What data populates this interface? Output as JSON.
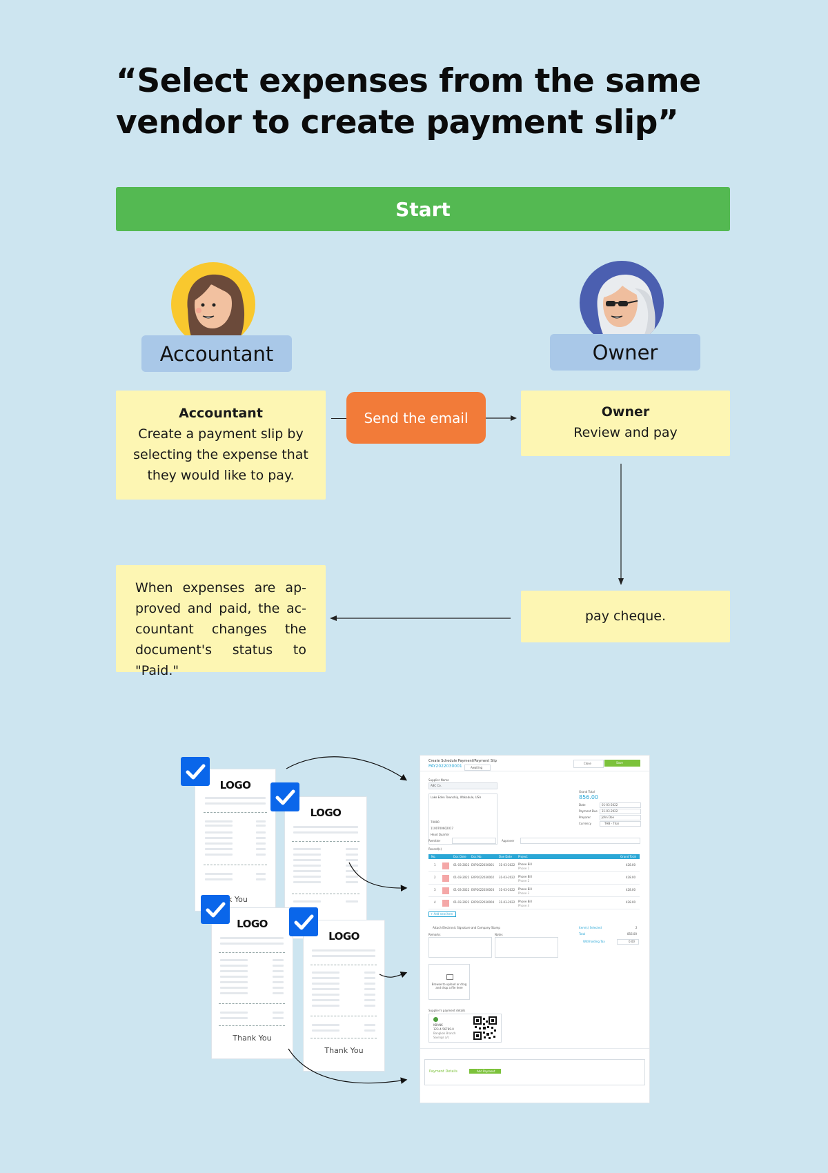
{
  "headline": "“Select expenses from the same vendor to create payment slip”",
  "start_label": "Start",
  "roles": {
    "accountant": "Accountant",
    "owner": "Owner"
  },
  "notes": {
    "accountant_title": "Accountant",
    "accountant_body": "Create a payment slip by se­lecting the expense that they would like to pay.",
    "owner_title": "Owner",
    "owner_body": "Review and pay",
    "paid_status": "When expenses are ap­proved and paid, the ac­countant changes the docu­ment's status to \"Paid.\"",
    "pay_cheque": "pay cheque."
  },
  "send_email_label": "Send the email",
  "receipts": {
    "logo_text": "LOGO",
    "thanks_text": "Thank You",
    "partial_thanks_text": "nk You"
  },
  "form": {
    "title": "Create Schedule Payment/Payment Slip",
    "doc_number": "PAY2022030001",
    "status": "Awaiting",
    "close_label": "Close",
    "save_label": "Save",
    "supplier_name_label": "Supplier Name",
    "supplier_name": "ABC Co.",
    "grand_total_label": "Grand Total",
    "grand_total": "856.00",
    "date_label": "Date",
    "date_value": "01-03-2022",
    "payment_due_label": "Payment Due",
    "payment_due_value": "31-03-2022",
    "preparer_label": "Preparer",
    "preparer_value": "John Doe",
    "currency_label": "Currency",
    "currency_value": "THB - Thai",
    "address_line": "Lake Eden Township, Wakabule, USA",
    "postcode": "70000",
    "tax_id": "1100700602017",
    "branch": "Head Quarter",
    "table_header": [
      "No.",
      "Doc Date",
      "Doc No.",
      "Due Date",
      "Project",
      "Grand Total"
    ],
    "rows": [
      {
        "no": "1",
        "doc_date": "01-03-2022",
        "doc_no": "EXP2022030001",
        "due": "31-03-2022",
        "project": "Phone Bill",
        "sub": "Phone 1",
        "total": "428.00"
      },
      {
        "no": "2",
        "doc_date": "01-03-2022",
        "doc_no": "EXP2022030002",
        "due": "31-03-2022",
        "project": "Phone Bill",
        "sub": "Phone 2",
        "total": "428.00"
      },
      {
        "no": "3",
        "doc_date": "01-03-2022",
        "doc_no": "EXP2022030003",
        "due": "31-03-2022",
        "project": "Phone Bill",
        "sub": "Phone 3",
        "total": "428.00"
      },
      {
        "no": "4",
        "doc_date": "01-03-2022",
        "doc_no": "EXP2022030004",
        "due": "31-03-2022",
        "project": "Phone Bill",
        "sub": "Phone 4",
        "total": "428.00"
      }
    ],
    "add_item_label": "+ Add new item",
    "attach_label": "Attach Electronic Signature and Company Stamp",
    "remarks_label": "Remarks",
    "notes_label": "Notes",
    "items_selected_label": "Item(s) Selected",
    "items_selected_value": "2",
    "total_label": "Total",
    "total_value": "856.00",
    "withholding_label": "Withholding Tax",
    "withholding_value": "0.00",
    "upload_label": "Browse to upload or drag and drop a file here",
    "supplier_payment_label": "Supplier's payment details",
    "bank_name": "KBANK",
    "account_no": "123-4-56789-0",
    "account_holder": "Bangkok Branch",
    "account_type": "Savings a/c",
    "payment_details_label": "Payment Details",
    "add_payment_label": "Add Payment",
    "remitter_label": "Remitter",
    "approver_label": "Approver",
    "record_label": "Record(s)"
  },
  "colors": {
    "background": "#cde5f0",
    "start_green": "#54b952",
    "role_blue": "#a9c8e8",
    "note_yellow": "#fdf6b3",
    "email_orange": "#f27b39",
    "checkbox_blue": "#0a66ea",
    "form_accent": "#2aa7d6",
    "form_green": "#7cc23b"
  },
  "icons": [
    "accountant-avatar-icon",
    "owner-avatar-icon",
    "checkbox-checked-icon",
    "qr-code-icon",
    "upload-icon",
    "bank-logo-icon"
  ]
}
